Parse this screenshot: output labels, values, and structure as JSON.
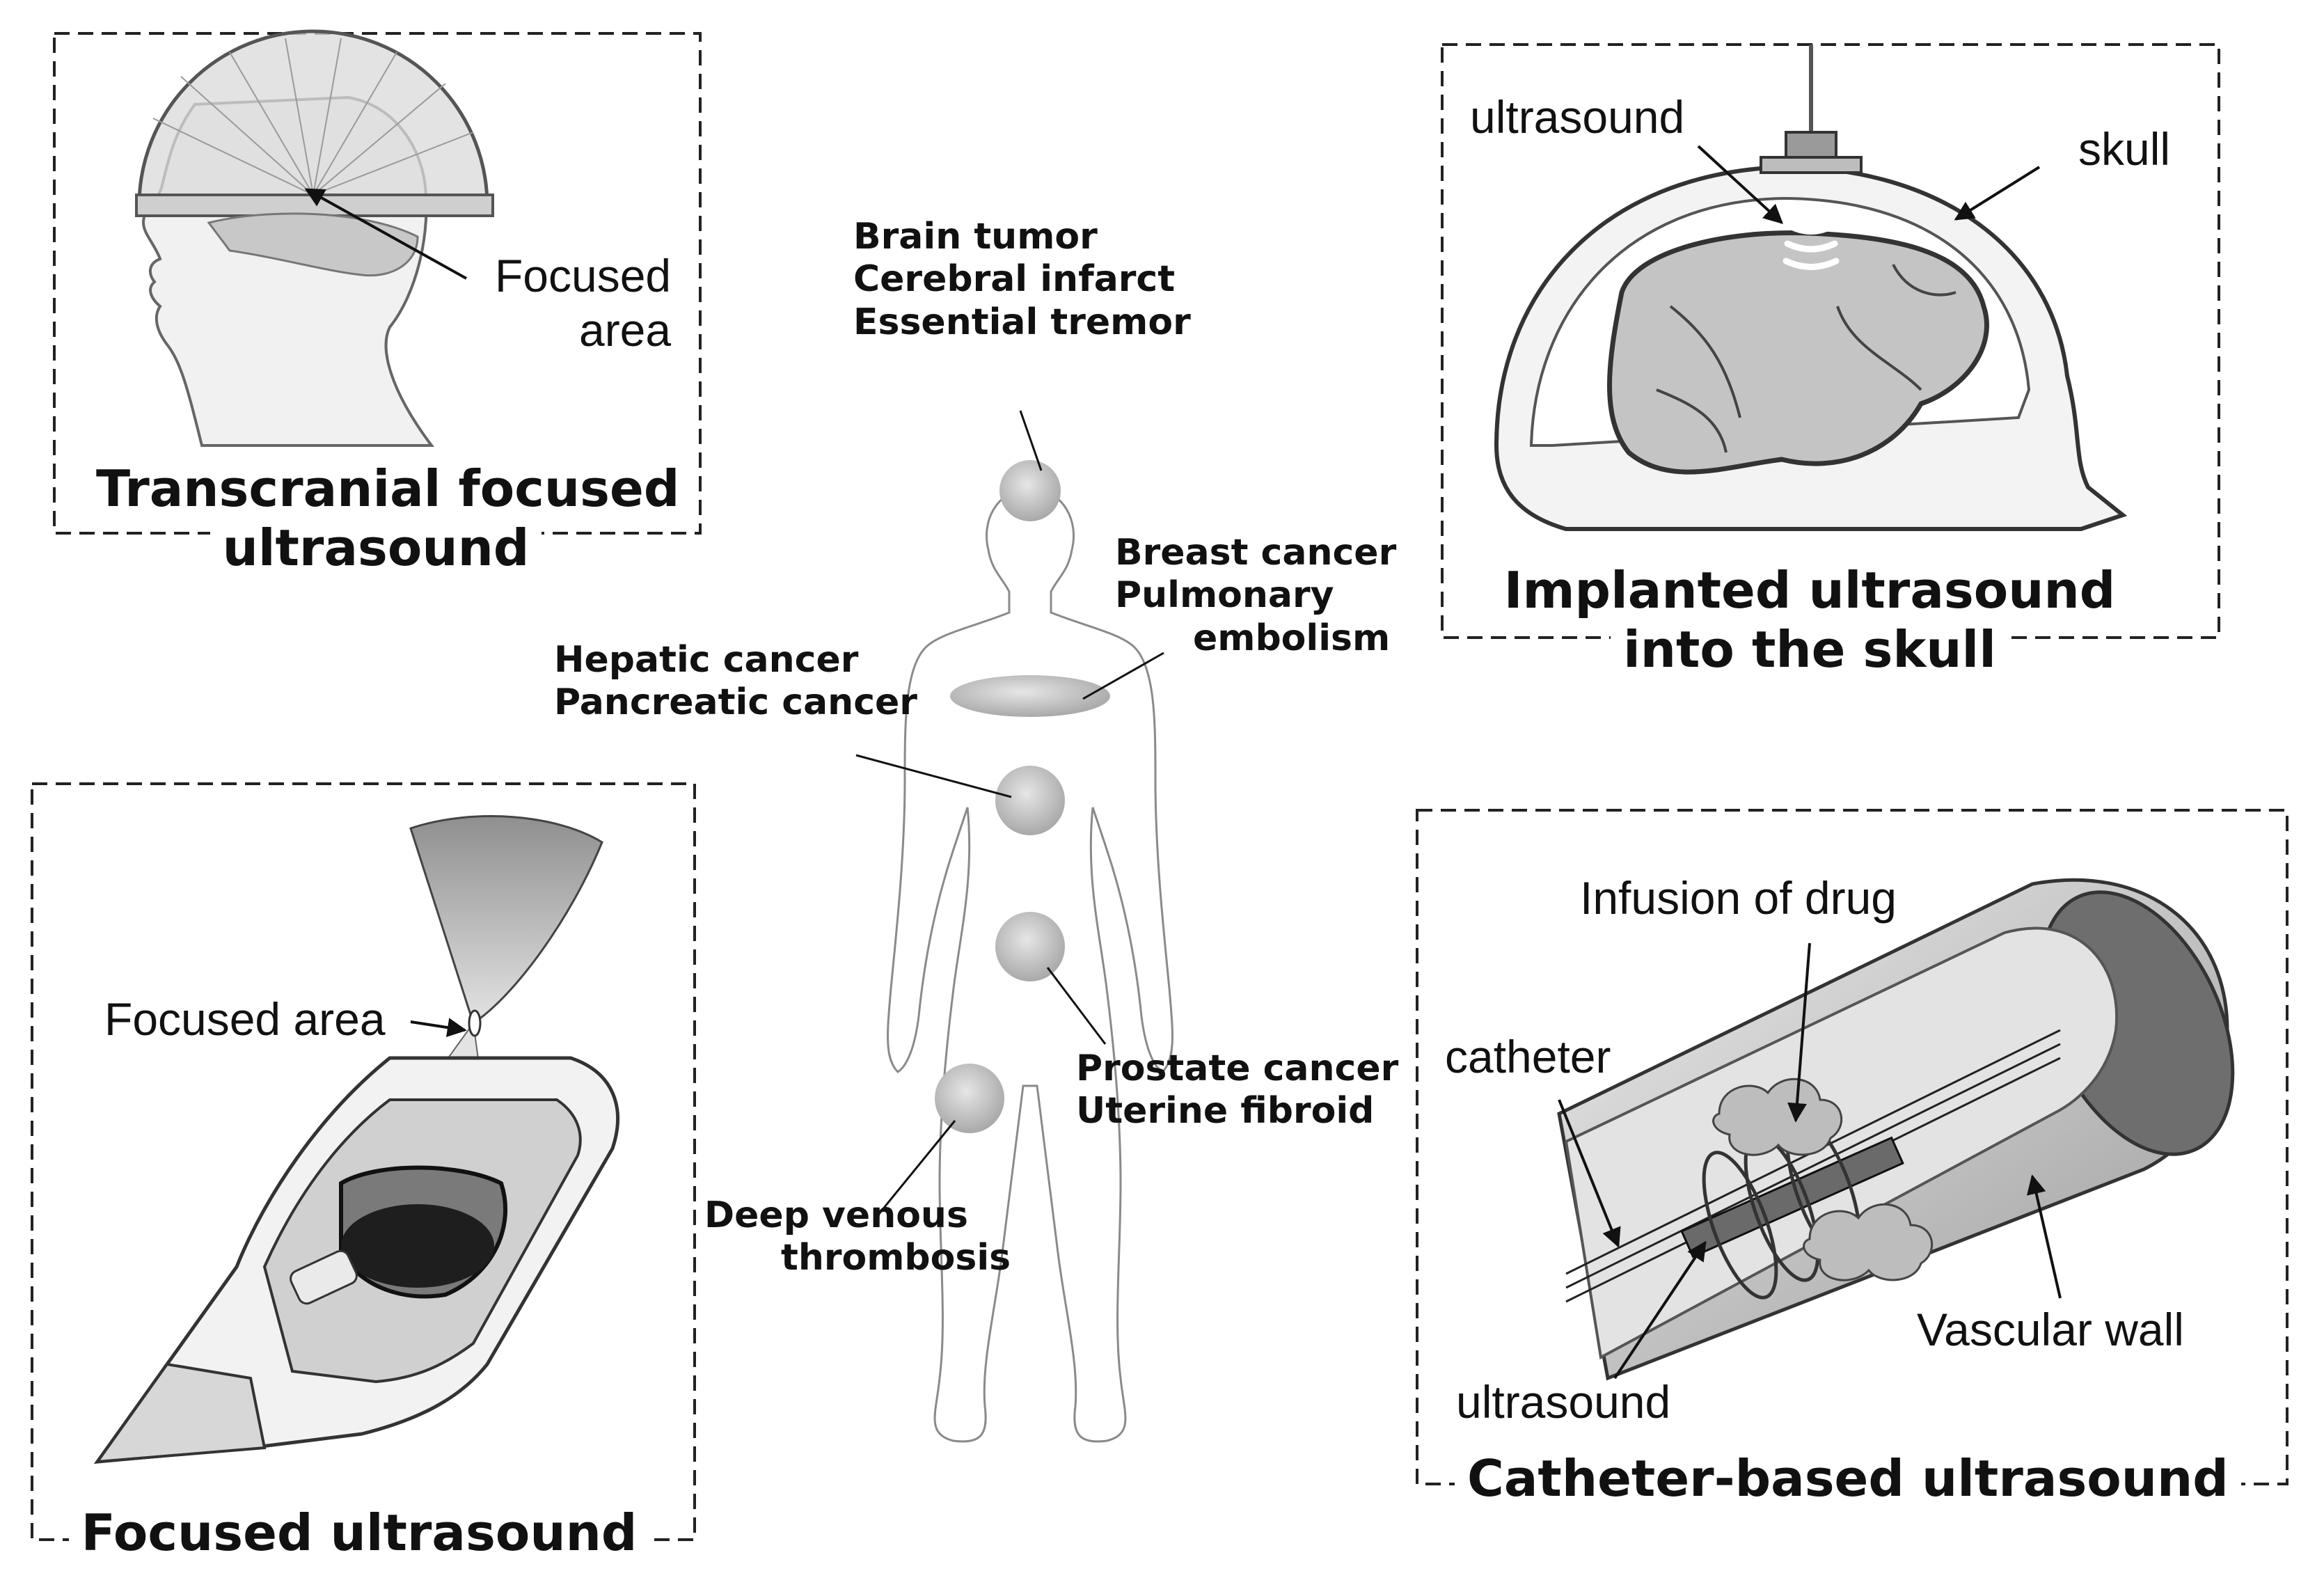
{
  "panels": {
    "transcranial": {
      "title_line1": "Transcranial focused",
      "title_line2": "ultrasound",
      "focus_label_line1": "Focused",
      "focus_label_line2": "area"
    },
    "implanted": {
      "title_line1": "Implanted ultrasound",
      "title_line2": "into the skull",
      "ultrasound_label": "ultrasound",
      "skull_label": "skull"
    },
    "focused": {
      "title": "Focused ultrasound",
      "focus_label": "Focused area"
    },
    "catheter": {
      "title": "Catheter-based ultrasound",
      "infusion_label": "Infusion of drug",
      "catheter_label": "catheter",
      "ultrasound_label": "ultrasound",
      "wall_label": "Vascular wall"
    }
  },
  "diseases": {
    "head": [
      "Brain tumor",
      "Cerebral infarct",
      "Essential tremor"
    ],
    "chest": [
      "Breast cancer",
      "Pulmonary",
      "embolism"
    ],
    "abdomen": [
      "Hepatic cancer",
      "Pancreatic cancer"
    ],
    "pelvis": [
      "Prostate cancer",
      "Uterine fibroid"
    ],
    "leg": [
      "Deep venous",
      "thrombosis"
    ]
  },
  "colors": {
    "line": "#222222",
    "grey_fill": "#c8c8c8",
    "dark_grey": "#555555",
    "spot": "#bdbdbd"
  }
}
